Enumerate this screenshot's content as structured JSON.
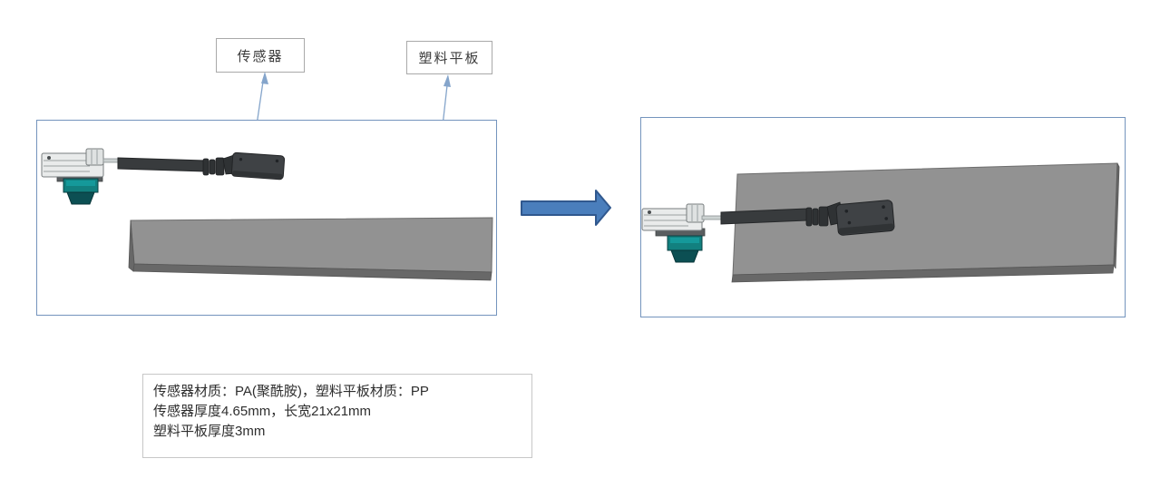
{
  "callouts": {
    "sensor_label": "传感器",
    "plate_label": "塑料平板"
  },
  "spec_box": {
    "lines": [
      "传感器材质：PA(聚酰胺)，塑料平板材质：PP",
      "传感器厚度4.65mm，长宽21x21mm",
      "塑料平板厚度3mm"
    ]
  },
  "colors": {
    "panel_border": "#7494bd",
    "callout_line": "#85a5cb",
    "arrow_fill": "#4a7ebc",
    "arrow_stroke": "#30588e",
    "plate_face": "#929292",
    "plate_edge": "#686868",
    "connector": "#e9ebeb",
    "probe_teal": "#12807f",
    "cable": "#383b3d",
    "sensor_head": "#3f4245"
  }
}
